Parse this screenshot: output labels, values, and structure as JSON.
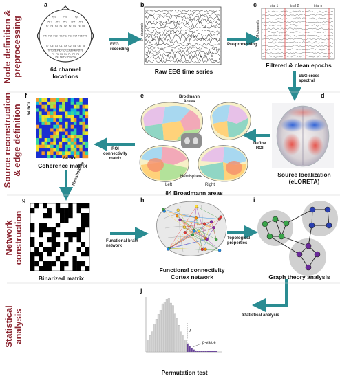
{
  "colors": {
    "arrow": "#2a8c92",
    "row_label": "#8b2530"
  },
  "rows": {
    "r1": [
      "Node definition &",
      "preprocessing"
    ],
    "r2": [
      "Source reconstruction",
      "& edge definition"
    ],
    "r3": [
      "Network",
      "construction"
    ],
    "r4": [
      "Statistical",
      "analysis"
    ]
  },
  "panels": {
    "a": {
      "letter": "a",
      "caption1": "64 channel",
      "caption2": "locations"
    },
    "b": {
      "letter": "b",
      "caption": "Raw EEG time series",
      "side": "64 channels"
    },
    "c": {
      "letter": "c",
      "caption": "Filtered & clean epochs",
      "side": "64 channels",
      "trial1": "trial 1",
      "trial2": "trial 2",
      "trialn": "trial n"
    },
    "d": {
      "letter": "d",
      "caption1": "Source localization",
      "caption2": "(eLORETA)"
    },
    "e": {
      "letter": "e",
      "caption": "84 Broadmann areas",
      "brain_title1": "Brodmann",
      "brain_title2": "Areas",
      "left": "Left",
      "hemisphere": "Hemisphere",
      "right": "Right"
    },
    "f": {
      "letter": "f",
      "caption": "Coherence matrix",
      "roi_top": "84 ROI",
      "roi_left": "84 ROI"
    },
    "g": {
      "letter": "g",
      "caption": "Binarized matrix"
    },
    "h": {
      "letter": "h",
      "caption1": "Functional connectivity",
      "caption2": "Cortex network"
    },
    "i": {
      "letter": "i",
      "caption": "Graph theory analysis"
    },
    "j": {
      "letter": "j",
      "caption": "Permutation test",
      "t_label": "T",
      "p_label": "p-value"
    }
  },
  "arrows": {
    "eeg": [
      "EEG",
      "recording"
    ],
    "pre": "Pre-processing",
    "cross": [
      "EEG cross",
      "spectral"
    ],
    "define": [
      "Define",
      "ROI"
    ],
    "roi_conn": [
      "ROI",
      "connectivity",
      "matrix"
    ],
    "threshold": "Thresholding",
    "func": [
      "Functional brain",
      "network"
    ],
    "topo": [
      "Topological",
      "properties"
    ],
    "stat": "Statistical analysis"
  },
  "electrodes": [
    "Fp1",
    "Fpz",
    "Fp2",
    "AF7",
    "AF3",
    "AFz",
    "AF4",
    "AF8",
    "F7",
    "F5",
    "F3",
    "F1",
    "Fz",
    "F2",
    "F4",
    "F6",
    "F8",
    "FT7",
    "FC5",
    "FC3",
    "FC1",
    "FCz",
    "FC2",
    "FC4",
    "FC6",
    "FT8",
    "T7",
    "C5",
    "C3",
    "C1",
    "Cz",
    "C2",
    "C4",
    "C6",
    "T8",
    "TP7",
    "CP5",
    "CP3",
    "CP1",
    "CPz",
    "CP2",
    "CP4",
    "CP6",
    "TP8",
    "P7",
    "P5",
    "P3",
    "P1",
    "Pz",
    "P2",
    "P4",
    "P6",
    "P8",
    "PO7",
    "PO3",
    "POz",
    "PO4",
    "PO8",
    "O1",
    "Oz",
    "O2",
    "Iz",
    "M1",
    "M2"
  ]
}
